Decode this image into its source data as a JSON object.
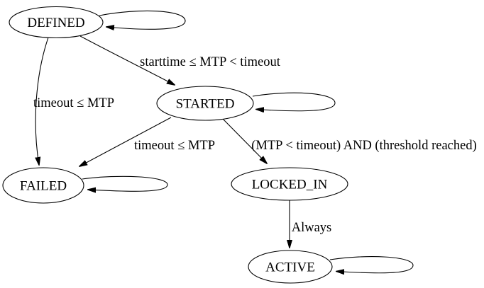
{
  "diagram": {
    "type": "state-transition-diagram",
    "background_color": "#ffffff",
    "stroke_color": "#000000",
    "text_color": "#000000",
    "nodes": [
      {
        "id": "DEFINED",
        "label": "DEFINED",
        "has_self_loop": true
      },
      {
        "id": "STARTED",
        "label": "STARTED",
        "has_self_loop": true
      },
      {
        "id": "FAILED",
        "label": "FAILED",
        "has_self_loop": true
      },
      {
        "id": "LOCKED_IN",
        "label": "LOCKED_IN",
        "has_self_loop": false
      },
      {
        "id": "ACTIVE",
        "label": "ACTIVE",
        "has_self_loop": true
      }
    ],
    "edges": [
      {
        "from": "DEFINED",
        "to": "STARTED",
        "label": "starttime ≤ MTP < timeout"
      },
      {
        "from": "DEFINED",
        "to": "FAILED",
        "label": "timeout ≤ MTP"
      },
      {
        "from": "STARTED",
        "to": "FAILED",
        "label": "timeout ≤ MTP"
      },
      {
        "from": "STARTED",
        "to": "LOCKED_IN",
        "label": "(MTP < timeout) AND (threshold reached)"
      },
      {
        "from": "LOCKED_IN",
        "to": "ACTIVE",
        "label": "Always"
      }
    ],
    "self_loops": [
      "DEFINED",
      "STARTED",
      "FAILED",
      "ACTIVE"
    ]
  }
}
